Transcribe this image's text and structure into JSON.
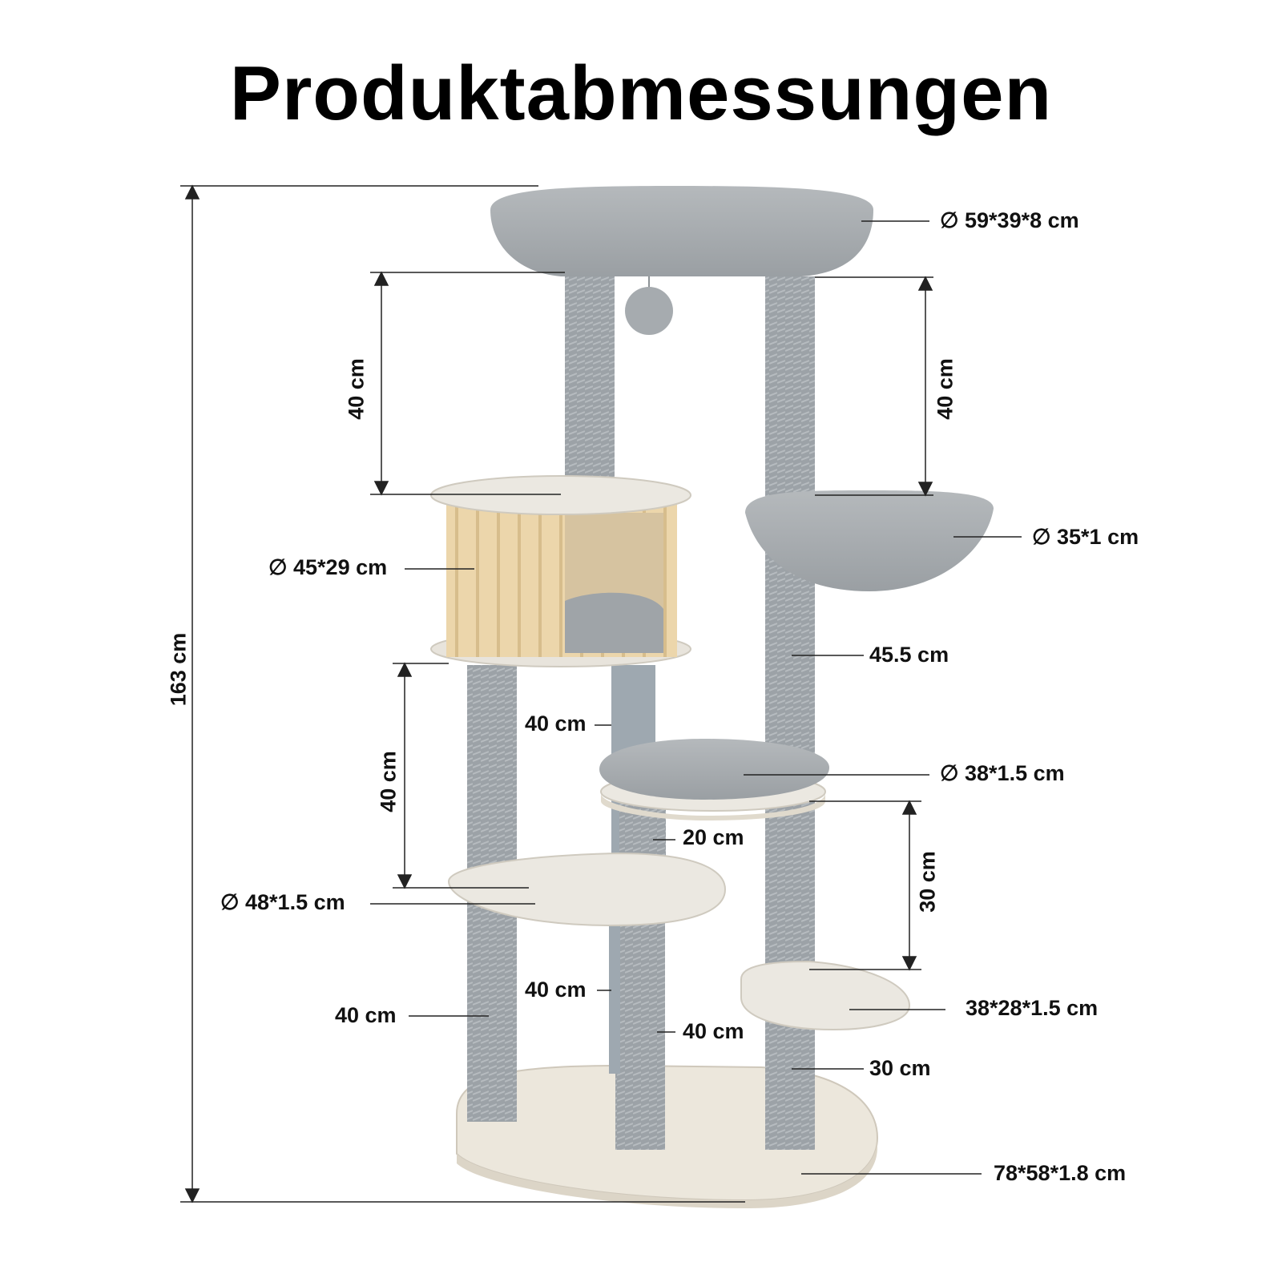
{
  "title": "Produktabmessungen",
  "dimensions": {
    "total_height": "163 cm",
    "top_bed": "∅ 59*39*8 cm",
    "upper_left_post": "40 cm",
    "upper_right_post": "40 cm",
    "hammock": "∅ 35*1 cm",
    "condo": "∅ 45*29 cm",
    "right_post_mid": "45.5 cm",
    "left_post_mid": "40 cm",
    "center_post_mid": "40 cm",
    "middle_bed": "∅ 38*1.5 cm",
    "short_post": "20 cm",
    "right_spacing": "30 cm",
    "left_platform": "∅ 48*1.5 cm",
    "small_platform": "38*28*1.5 cm",
    "center_post_low": "40 cm",
    "left_post_low": "40 cm",
    "center_post_base": "40 cm",
    "right_post_low": "30 cm",
    "base": "78*58*1.8 cm"
  },
  "colors": {
    "plush": "#a9adb0",
    "sisal": "#9ea3a7",
    "board": "#ebe8e1",
    "wood": "#e8d3a8",
    "line": "#222222"
  }
}
